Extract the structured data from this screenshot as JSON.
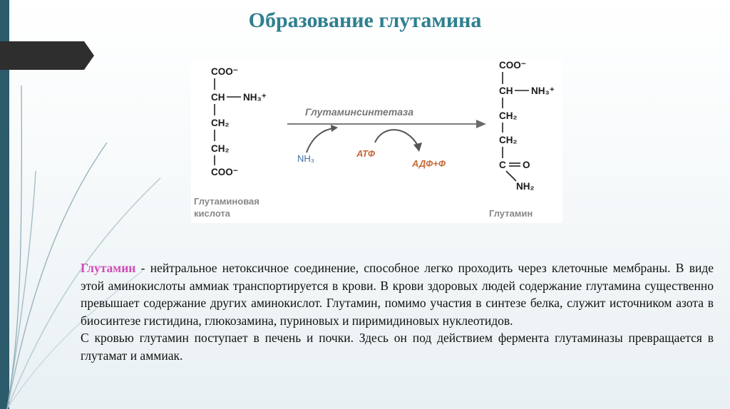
{
  "title": "Образование глутамина",
  "diagram": {
    "substrate": {
      "coo_top": "COO⁻",
      "ch": "CH",
      "nh3": "NH₃⁺",
      "ch2_a": "CH₂",
      "ch2_b": "CH₂",
      "coo_bottom": "COO⁻",
      "caption_line1": "Глутаминовая",
      "caption_line2": "кислота"
    },
    "enzyme": "Глутаминсинтетаза",
    "reactant_nh3": "NH₃",
    "atp": "АТФ",
    "products_adp": "АДФ+Ф",
    "product": {
      "coo_top": "COO⁻",
      "ch": "CH",
      "nh3": "NH₃⁺",
      "ch2_a": "CH₂",
      "ch2_b": "CH₂",
      "c": "C",
      "o": "O",
      "nh2": "NH₂",
      "caption": "Глутамин"
    }
  },
  "paragraph1_term": "Глутамин",
  "paragraph1_rest": " - нейтральное нетоксичное соединение, способное легко проходить через клеточные мембраны. В виде этой аминокислоты аммиак транспортируется в крови. В крови здоровых людей содержание глутамина существенно превышает содержание других аминокислот. Глутамин, помимо участия в синтезе белка, служит источником азота в биосинтезе гистидина, глюкозамина, пуриновых и пиримидиновых нуклеотидов.",
  "paragraph2": "С кровью глутамин поступает в печень и почки. Здесь он под действием фермента глутаминазы превращается в глутамат и аммиак.",
  "colors": {
    "title": "#2f7f8f",
    "term": "#d14bb8",
    "left_bar": "#2b5a6b"
  }
}
